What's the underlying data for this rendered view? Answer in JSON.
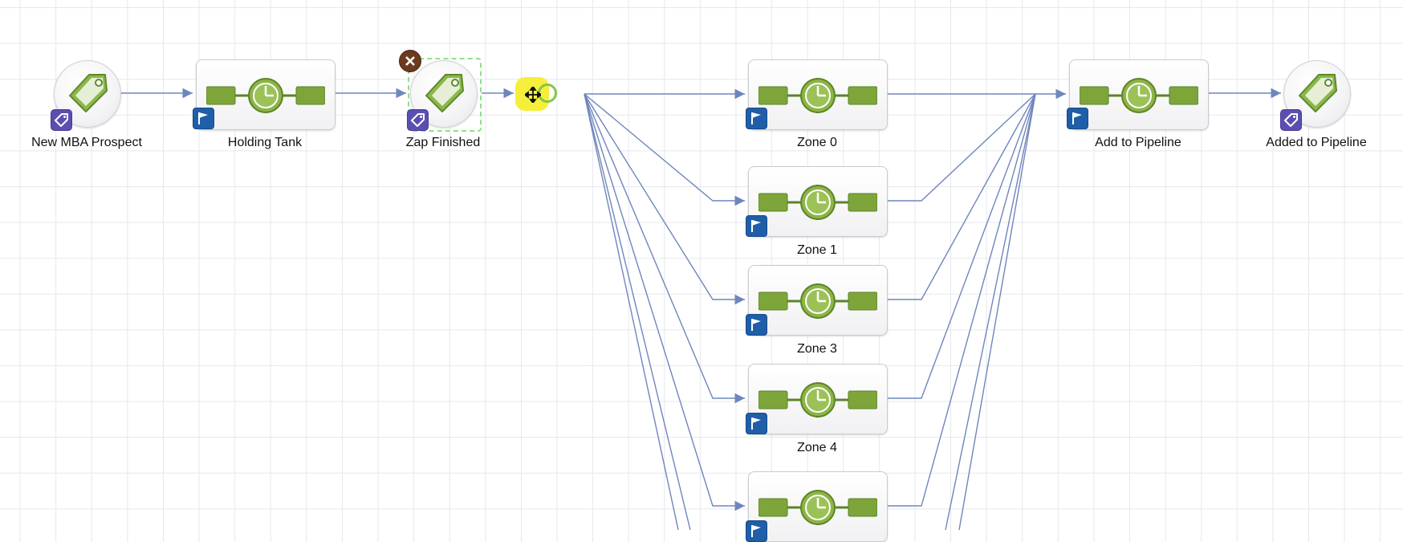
{
  "colors": {
    "wire": "#6f86bd",
    "grid": "#e6e8ec",
    "seq_green": "#7ea53a",
    "flag_blue": "#1f5ea8",
    "tag_purple": "#5a4fb0",
    "split_highlight": "#f5ef3b"
  },
  "icons": {
    "sequence": "clock-sequence-icon",
    "tag": "tag-icon",
    "flag_badge": "flag-icon",
    "tag_badge": "tag-badge-icon",
    "delete": "close-icon",
    "split": "split-icon",
    "move_cursor": "move-cursor-icon"
  },
  "nodes": {
    "new_mba_prospect": {
      "label": "New MBA Prospect"
    },
    "holding_tank": {
      "label": "Holding Tank"
    },
    "zap_finished": {
      "label": "Zap Finished"
    },
    "zone_0": {
      "label": "Zone 0"
    },
    "zone_1": {
      "label": "Zone 1"
    },
    "zone_3": {
      "label": "Zone 3"
    },
    "zone_4": {
      "label": "Zone 4"
    },
    "zone_5": {
      "label": ""
    },
    "add_to_pipeline": {
      "label": "Add to Pipeline"
    },
    "added_to_pipeline": {
      "label": "Added to Pipeline"
    }
  }
}
